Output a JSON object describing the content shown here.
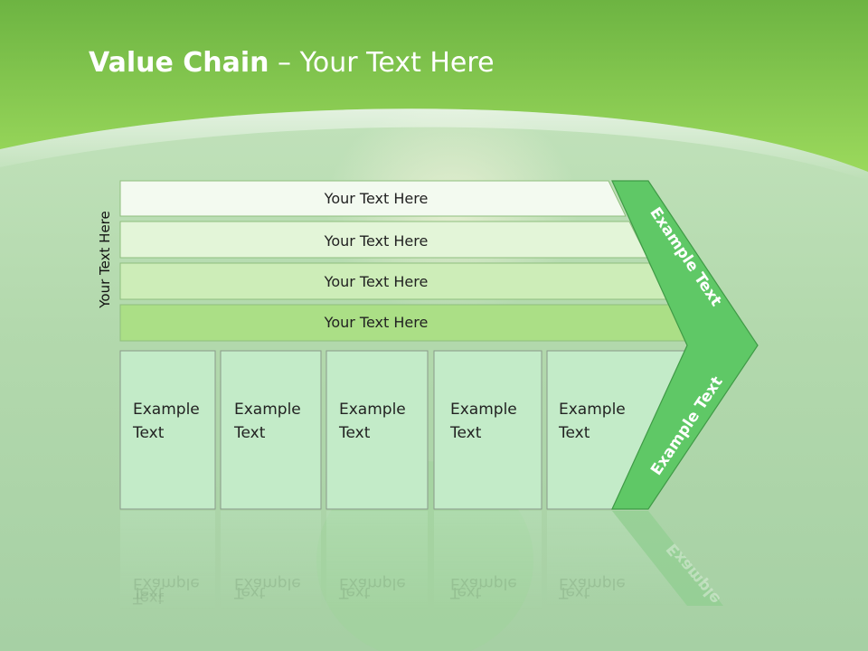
{
  "title": {
    "bold": "Value Chain",
    "rest": " – Your Text Here"
  },
  "side_label": "Your Text Here",
  "support_rows": [
    "Your Text Here",
    "Your Text Here",
    "Your Text Here",
    "Your Text Here"
  ],
  "primary_activities": [
    {
      "line1": "Example",
      "line2": "Text"
    },
    {
      "line1": "Example",
      "line2": "Text"
    },
    {
      "line1": "Example",
      "line2": "Text"
    },
    {
      "line1": "Example",
      "line2": "Text"
    },
    {
      "line1": "Example",
      "line2": "Text"
    }
  ],
  "margin_labels": [
    "Example Text",
    "Example Text"
  ],
  "colors": {
    "accent_green": "#5fc866",
    "header_green": "#8fd257",
    "row_fills": [
      "#f3faf0",
      "#e3f5d8",
      "#cdedb8",
      "#abdf86"
    ],
    "box_fill": "#c3ebc8"
  }
}
